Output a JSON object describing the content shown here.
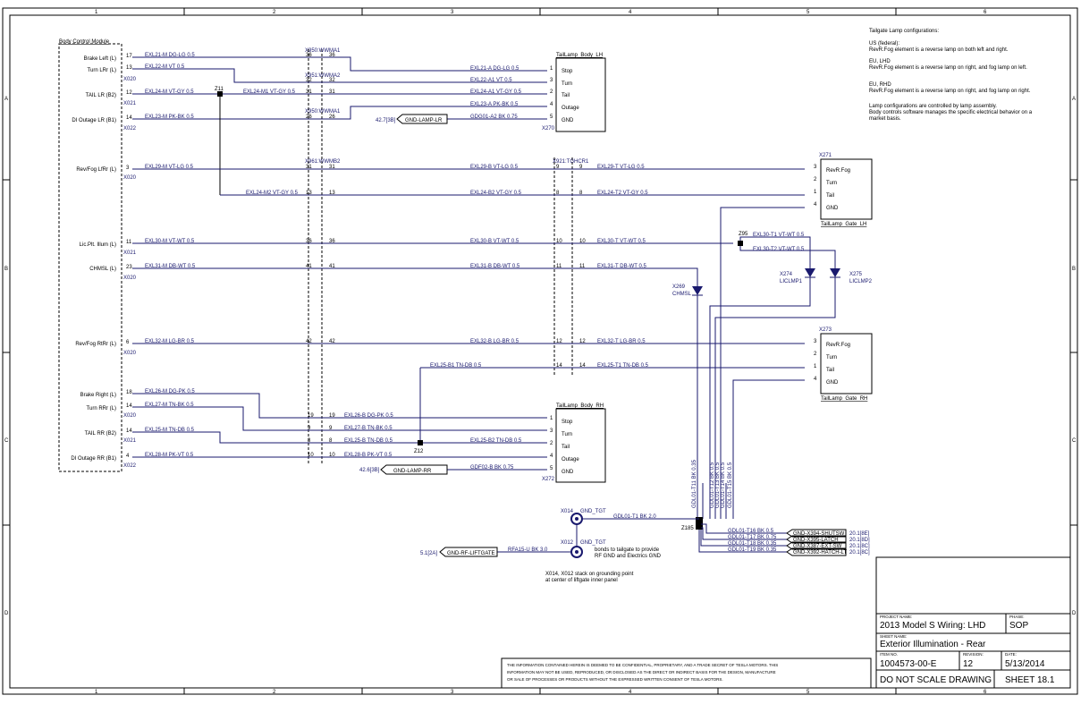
{
  "grid": {
    "columns": [
      "1",
      "2",
      "3",
      "4",
      "5",
      "6"
    ],
    "rows": [
      "A",
      "B",
      "C",
      "D"
    ]
  },
  "modules": {
    "bcm": {
      "title": "Body Control Module",
      "pins": [
        {
          "label": "Brake Left (L)",
          "pin": "17",
          "wire": "EXL21-M DG-LG 0.5"
        },
        {
          "label": "Turn LRr (L)",
          "pin": "13",
          "wire": "EXL22-M VT 0.5"
        },
        {
          "label": "TAIL LR (B2)",
          "pin": "12",
          "wire": "EXL24-M VT-GY 0.5"
        },
        {
          "label": "DI Outage LR (B1)",
          "pin": "14",
          "wire": "EXL23-M PK-BK 0.5"
        },
        {
          "label": "Rev/Fog LfRr (L)",
          "pin": "3",
          "wire": "EXL29-M VT-LG 0.5"
        },
        {
          "label": "Lic.Plt. Illum (L)",
          "pin": "11",
          "wire": "EXL30-M VT-WT 0.5"
        },
        {
          "label": "CHMSL (L)",
          "pin": "23",
          "wire": "EXL31-M DB-WT 0.5"
        },
        {
          "label": "Rev/Fog RtRr (L)",
          "pin": "6",
          "wire": "EXL32-M LG-BR 0.5"
        },
        {
          "label": "Brake Right (L)",
          "pin": "18",
          "wire": "EXL26-M DG-PK 0.5"
        },
        {
          "label": "Turn RRr (L)",
          "pin": "14",
          "wire": "EXL27-M TN-BK 0.5"
        },
        {
          "label": "TAIL RR (B2)",
          "pin": "14",
          "wire": "EXL25-M TN-DB 0.5"
        },
        {
          "label": "DI Outage RR (B1)",
          "pin": "4",
          "wire": "EXL28-M PK-VT 0.5"
        }
      ],
      "connectors": [
        "X020",
        "X021",
        "X022"
      ]
    },
    "inline": {
      "x950": "X950:WWMA1",
      "x951": "X951:WWMA2",
      "x950b": "X950:WWMA1",
      "x961": "X961:WWMB2",
      "x921": "X921:TGHCR1"
    }
  },
  "wires": {
    "exl21a": "EXL21-A DG-LG 0.5",
    "exl22a1": "EXL22-A1 VT 0.5",
    "exl24a1": "EXL24-A1 VT-GY 0.5",
    "exl23a": "EXL23-A PK-BK 0.5",
    "gdg01a2": "GDG01-A2 BK 0.75",
    "exl24m1": "EXL24-M1 VT-GY 0.5",
    "exl29b": "EXL29-B VT-LG 0.5",
    "exl29t": "EXL29-T VT-LG 0.5",
    "exl24m2": "EXL24-M2 VT-GY 0.5",
    "exl24b2": "EXL24-B2 VT-GY 0.5",
    "exl24t2": "EXL24-T2 VT-GY 0.5",
    "exl30b": "EXL30-B VT-WT 0.5",
    "exl30t": "EXL30-T VT-WT 0.5",
    "exl30t1": "EXL30-T1 VT-WT 0.5",
    "exl30t2": "EXL30-T2 VT-WT 0.5",
    "exl31b": "EXL31-B DB-WT 0.5",
    "exl31t": "EXL31-T DB-WT 0.5",
    "exl32b": "EXL32-B LG-BR 0.5",
    "exl32t": "EXL32-T LG-BR 0.5",
    "exl25b1": "EXL25-B1 TN-DB 0.5",
    "exl25t1": "EXL25-T1 TN-DB 0.5",
    "exl26b": "EXL26-B DG-PK 0.5",
    "exl27b": "EXL27-B TN-BK 0.5",
    "exl25b": "EXL25-B TN-DB 0.5",
    "exl25b2": "EXL25-B2 TN-DB 0.5",
    "exl28b": "EXL28-B PK-VT 0.5",
    "gdf02b": "GDF02-B BK 0.75",
    "gdl01t1": "GDL01-T1 BK 2.0",
    "rfa15u": "RFA15-U BK 3.0",
    "gdl01t16": "GDL01-T16 BK 0.5",
    "gdl01t17": "GDL01-T17 BK 0.75",
    "gdl01t18": "GDL01-T18 BK 0.35",
    "gdl01t19": "GDL01-T19 BK 0.35",
    "vert": [
      "GDL01-T11 BK 0.35",
      "GDL01-T12 BK 0.5",
      "GDL01-T13 BK 0.5",
      "GDL01-T14 BK 0.5",
      "GDL01-T15 BK 0.5"
    ]
  },
  "ground_labels": {
    "lr": "GND-LAMP-LR",
    "lr_ref": "42.7[3B]",
    "rr": "GND-LAMP-RR",
    "rr_ref": "42.6[3B]",
    "lift": "GND-RF-LIFTGATE",
    "lift_ref": "5.1[2A]",
    "g1": "GND-X394-SHUTSW",
    "g1r": "20.1[8E]",
    "g2": "GND-X395-LATCH",
    "g2r": "20.1[8D]",
    "g3": "GND-X387-EXT-SW",
    "g3r": "20.1[8C]",
    "g4": "GND-X392-HATCH-LT",
    "g4r": "20.1[8C]"
  },
  "splices": {
    "z11": "Z11",
    "z12": "Z12",
    "z95": "Z95",
    "z185": "Z185"
  },
  "lamps": {
    "lh_body": {
      "name": "TailLamp_Body_LH",
      "conn": "X270",
      "pins": [
        [
          "1",
          "Stop"
        ],
        [
          "3",
          "Turn"
        ],
        [
          "2",
          "Tail"
        ],
        [
          "4",
          "Outage"
        ],
        [
          "5",
          "GND"
        ]
      ]
    },
    "rh_body": {
      "name": "TailLamp_Body_RH",
      "conn": "X272",
      "pins": [
        [
          "1",
          "Stop"
        ],
        [
          "3",
          "Turn"
        ],
        [
          "2",
          "Tail"
        ],
        [
          "4",
          "Outage"
        ],
        [
          "5",
          "GND"
        ]
      ]
    },
    "lh_gate": {
      "name": "TailLamp_Gate_LH",
      "conn": "X271",
      "pins": [
        [
          "3",
          "RevR.Fog"
        ],
        [
          "2",
          "Turn"
        ],
        [
          "1",
          "Tail"
        ],
        [
          "4",
          "GND"
        ]
      ]
    },
    "rh_gate": {
      "name": "TailLamp_Gate_RH",
      "conn": "X273",
      "pins": [
        [
          "3",
          "RevR.Fog"
        ],
        [
          "2",
          "Turn"
        ],
        [
          "1",
          "Tail"
        ],
        [
          "4",
          "GND"
        ]
      ]
    },
    "chmsl": {
      "conn": "X269",
      "name": "CHMSL"
    },
    "lic1": {
      "conn": "X274",
      "name": "LICLMP1"
    },
    "lic2": {
      "conn": "X275",
      "name": "LICLMP2"
    }
  },
  "grounds": {
    "x014": "X014",
    "x014_name": "GND_TGT",
    "x012": "X012",
    "x012_name": "GND_TGT",
    "bond_note_1": "bonds to tailgate to provide",
    "bond_note_2": "RF GND and Electrics GND",
    "stack_note_1": "X014, X012 stack on grounding point",
    "stack_note_2": "at center of liftgate inner panel"
  },
  "notes": {
    "title": "Tailgate Lamp configurations:",
    "us_h": "US (federal):",
    "us": "RevR.Fog element is a reverse lamp on both left and right.",
    "eu_l_h": "EU, LHD",
    "eu_l": "RevR.Fog element is a reverse lamp on right, and fog lamp on left.",
    "eu_r_h": "EU, RHD",
    "eu_r": "RevR.Fog element is a reverse lamp on right, and fog lamp on right.",
    "ctrl1": "Lamp configurations are controlled by lamp assembly.",
    "ctrl2": "Body controls software manages the specific electrical behavior on a",
    "ctrl3": "market basis."
  },
  "title_block": {
    "project_name_h": "PROJECT NAME:",
    "project_name": "2013 Model S Wiring: LHD",
    "phase_h": "PHASE:",
    "phase": "SOP",
    "sheet_name_h": "SHEET NAME:",
    "sheet_name": "Exterior Illumination - Rear",
    "item_h": "ITEM NO.",
    "item": "1004573-00-E",
    "rev_h": "REVISION:",
    "rev": "12",
    "date_h": "DATE:",
    "date": "5/13/2014",
    "dnsd": "DO NOT SCALE DRAWING",
    "sheet": "SHEET 18.1"
  },
  "disclaimer": [
    "THE INFORMATION CONTAINED HEREIN IS DEEMED TO BE CONFIDENTIAL, PROPRIETARY, AND A TRADE SECRET OF TESLA MOTORS. THIS",
    "INFORMATION MAY NOT BE USED, REPRODUCED, OR DISCLOSED AS THE DIRECT OR INDIRECT BASIS FOR THE DESIGN, MANUFACTURE",
    "OR SALE OF PROCESSES OR PRODUCTS WITHOUT THE EXPRESSED WRITTEN CONSENT OF TESLA MOTORS."
  ]
}
